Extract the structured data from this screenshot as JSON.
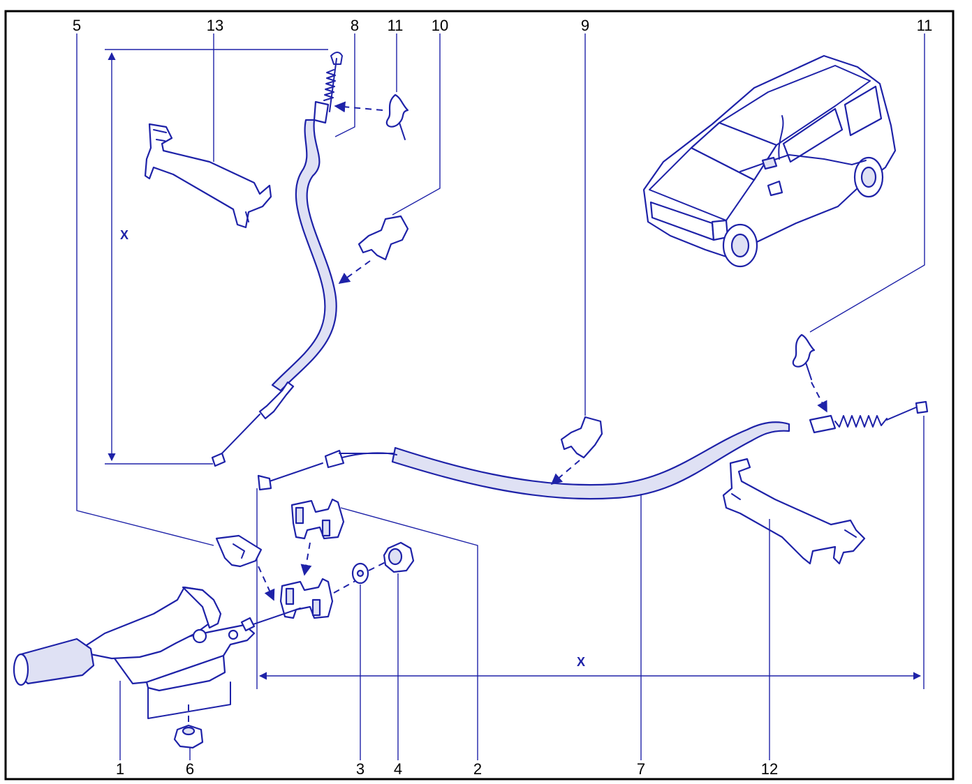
{
  "callouts": {
    "c5": "5",
    "c13": "13",
    "c8": "8",
    "c11a": "11",
    "c10": "10",
    "c9": "9",
    "c11b": "11",
    "c1": "1",
    "c6": "6",
    "c3": "3",
    "c4": "4",
    "c2": "2",
    "c7": "7",
    "c12": "12"
  },
  "dimensions": {
    "vertical_label": "X",
    "horizontal_label": "X"
  },
  "colors": {
    "line": "#1e22a8",
    "text": "#000000",
    "frame": "#000000"
  }
}
